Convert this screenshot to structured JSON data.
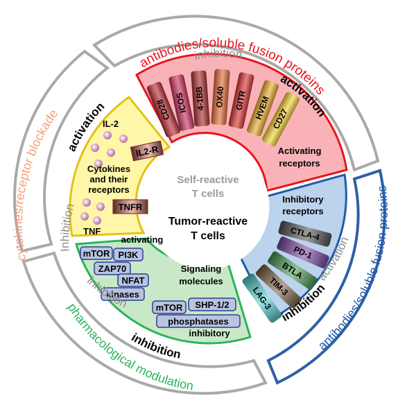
{
  "center": {
    "self_reactive_line1": "Self-reactive",
    "self_reactive_line2": "T cells",
    "tumor_reactive_line1": "Tumor-reactive",
    "tumor_reactive_line2": "T cells"
  },
  "activating_receptors": {
    "label_line1": "Activating",
    "label_line2": "receptors",
    "items": [
      "CD28",
      "ICOS",
      "4-1BB",
      "OX40",
      "GITR",
      "HVEM",
      "CD27"
    ]
  },
  "inhibitory_receptors": {
    "label_line1": "Inhibitory",
    "label_line2": "receptors",
    "items": [
      "CTLA-4",
      "PD-1",
      "BTLA",
      "TIM-3",
      "LAG-3"
    ]
  },
  "cytokines": {
    "il2": "IL-2",
    "il2r": "IL2-R",
    "label_line1": "Cytokines",
    "label_line2": "and their",
    "label_line3": "receptors",
    "tnf": "TNF",
    "tnfr": "TNFR"
  },
  "signaling": {
    "activating": "activating",
    "mtor_top": "mTOR",
    "pi3k": "PI3K",
    "zap70": "ZAP70",
    "nfat": "NFAT",
    "kinases": "kinases",
    "label_line1": "Signaling",
    "label_line2": "molecules",
    "mtor_bottom": "mTOR",
    "shp": "SHP-1/2",
    "phosphatases": "phosphatases",
    "inhibitory": "inhibitory"
  },
  "outer_ring": {
    "top_title": "antibodies/soluble fusion proteins",
    "top_inhibition": "inhibition",
    "top_activation": "activation",
    "right_title": "antibodies/soluble fusion proteins",
    "right_activation": "activation",
    "right_inhibition": "inhibition",
    "left_title": "cytokines/receptor blockade",
    "left_inhibition": "Inhibition",
    "left_activation": "activation",
    "bottom_title": "pharmacological modulation",
    "bottom_inhibition_grey": "inhibition",
    "bottom_inhibition_bold": "inhibition"
  },
  "colors": {
    "red": "#e8141b",
    "blue": "#1e5aa8",
    "orange": "#f4a07a",
    "green": "#2bb35a",
    "grey": "#8c8c8c",
    "pink_fill": "#f9b3b8",
    "yellow_fill": "#fff6a8",
    "green_fill": "#c9e8c7",
    "blue_fill": "#bcd3ee"
  }
}
